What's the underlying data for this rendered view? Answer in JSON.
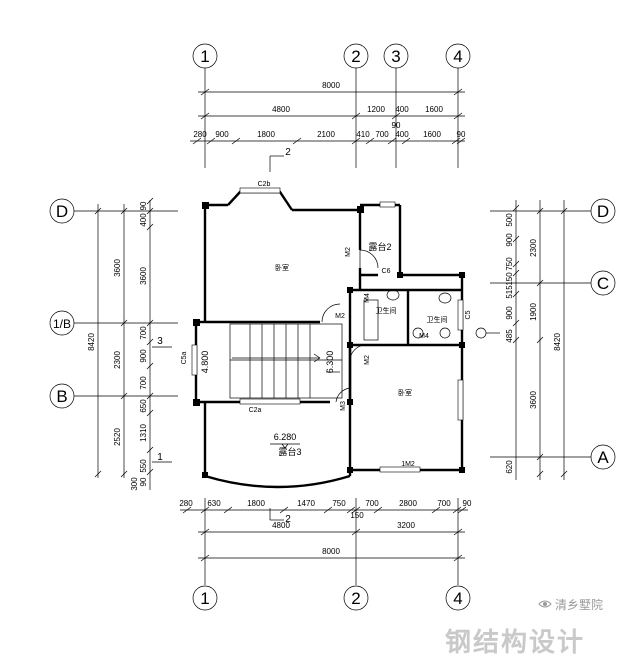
{
  "axes": {
    "top": [
      "1",
      "2",
      "3",
      "4"
    ],
    "bottom": [
      "1",
      "2",
      "4"
    ],
    "left": [
      "D",
      "1/B",
      "B"
    ],
    "right": [
      "D",
      "C",
      "A"
    ]
  },
  "dims_top": {
    "row1": [
      "8000"
    ],
    "row2": [
      "4800",
      "1200",
      "400",
      "1600"
    ],
    "row2_small": "90",
    "row3": [
      "280",
      "900",
      "1800",
      "2100",
      "410",
      "700",
      "400",
      "1600",
      "90"
    ]
  },
  "dims_bottom": {
    "row1": [
      "280",
      "630",
      "1800",
      "1470",
      "750",
      "150",
      "700",
      "2800",
      "700",
      "90"
    ],
    "row2": [
      "4800",
      "3200"
    ],
    "row3": [
      "8000"
    ]
  },
  "dims_left": {
    "outer": "8420",
    "mid": [
      "3600",
      "2300",
      "2520"
    ],
    "inner": [
      "90",
      "400",
      "3600",
      "700",
      "900",
      "700",
      "650",
      "1310",
      "550",
      "90",
      "300"
    ]
  },
  "dims_right": {
    "outer": "8420",
    "mid": [
      "2300",
      "1900",
      "3600",
      "620"
    ],
    "inner": [
      "500",
      "900",
      "750",
      "150",
      "515",
      "900",
      "485"
    ]
  },
  "rooms": {
    "bedroom_top": "卧室",
    "bedroom_right": "卧室",
    "balcony2": "露台2",
    "balcony3": "露台3",
    "bath1": "卫生间",
    "bath2": "卫生间"
  },
  "elevations": {
    "stair_left": "4.800",
    "stair_right": "6.300",
    "balcony": "6.280"
  },
  "tags": {
    "doors": [
      "M2",
      "M2",
      "M2",
      "M3",
      "M4",
      "M4",
      "1M2"
    ],
    "windows": [
      "C2b",
      "C6",
      "C2a",
      "C5a",
      "C5"
    ],
    "sections": [
      "2",
      "2",
      "3",
      "1"
    ]
  },
  "watermark": {
    "text": "钢结构设计",
    "brand": "清乡墅院"
  }
}
